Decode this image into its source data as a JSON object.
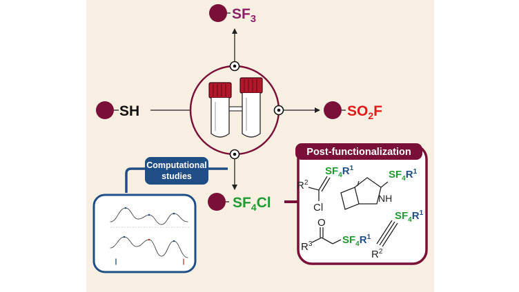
{
  "colors": {
    "background": "#f8efe3",
    "maroon": "#7a1038",
    "navy": "#1f4d86",
    "green": "#1f9a32",
    "red": "#e11b1b",
    "purple": "#8a1f66"
  },
  "icons": [
    "substrate-dot",
    "test-tube-pair",
    "target-circle"
  ],
  "top_product": {
    "main": "SF",
    "sub": "3"
  },
  "right_product": {
    "main1": "SO",
    "sub": "2",
    "main2": "F"
  },
  "left_substrate": {
    "text": "SH"
  },
  "center_product": {
    "main": "SF",
    "sub": "4",
    "tail": "Cl"
  },
  "computational": {
    "line1": "Computational",
    "line2": "studies"
  },
  "post_functionalization": {
    "title": "Post-functionalization",
    "vinyl": {
      "r2": "R",
      "r2sup": "2",
      "cl": "Cl"
    },
    "indole": {
      "nh": "NH"
    },
    "ketone": {
      "o": "O",
      "r3": "R",
      "r3sup": "3"
    },
    "alkyne": {
      "r2": "R",
      "r2sup": "2"
    },
    "sf4r1": {
      "sf": "SF",
      "sub": "4",
      "r": "R",
      "sup": "1"
    }
  }
}
